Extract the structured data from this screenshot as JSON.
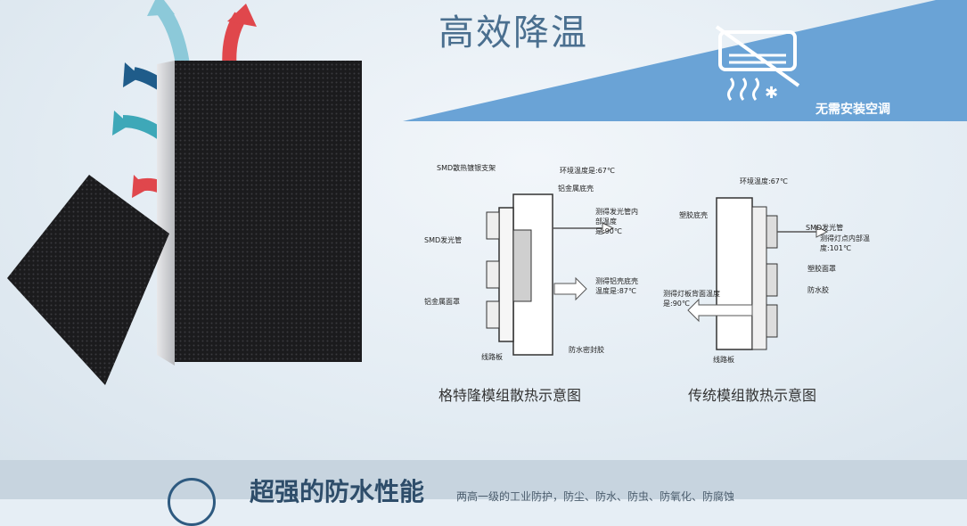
{
  "header": {
    "title": "高效降温"
  },
  "badge": {
    "label": "无需安装空调"
  },
  "diagram_left": {
    "caption": "格特隆模组散热示意图",
    "labels": {
      "smd_bracket": "SMD散热镀银支架",
      "ambient": "环境温度是:67℃",
      "al_shell": "铝金属底壳",
      "measured_tube": "测得发光管内部温度是:90℃",
      "smd_led": "SMD发光管",
      "measured_shell": "测得铝壳底壳温度是:87℃",
      "al_mask": "铝金属面罩",
      "waterproof": "防水密封胶",
      "pcb": "线路板"
    }
  },
  "diagram_right": {
    "caption": "传统模组散热示意图",
    "labels": {
      "ambient": "环境温度:67℃",
      "plastic_shell": "塑胶底壳",
      "smd_led": "SMD发光管",
      "measured_inner": "测得灯点内部温度:101℃",
      "plastic_mask": "塑胶面罩",
      "waterproof_glue": "防水胶",
      "measured_back": "测得灯板背面温度是:90℃",
      "pcb": "线路板"
    }
  },
  "footer": {
    "title": "超强的防水性能",
    "subtitle": "两高一级的工业防护，防尘、防水、防虫、防氧化、防腐蚀"
  },
  "colors": {
    "accent_blue": "#6aa3d6",
    "arrow_red": "#e0474c",
    "arrow_teal": "#3ea8b8",
    "arrow_navy": "#1f5c8a"
  }
}
